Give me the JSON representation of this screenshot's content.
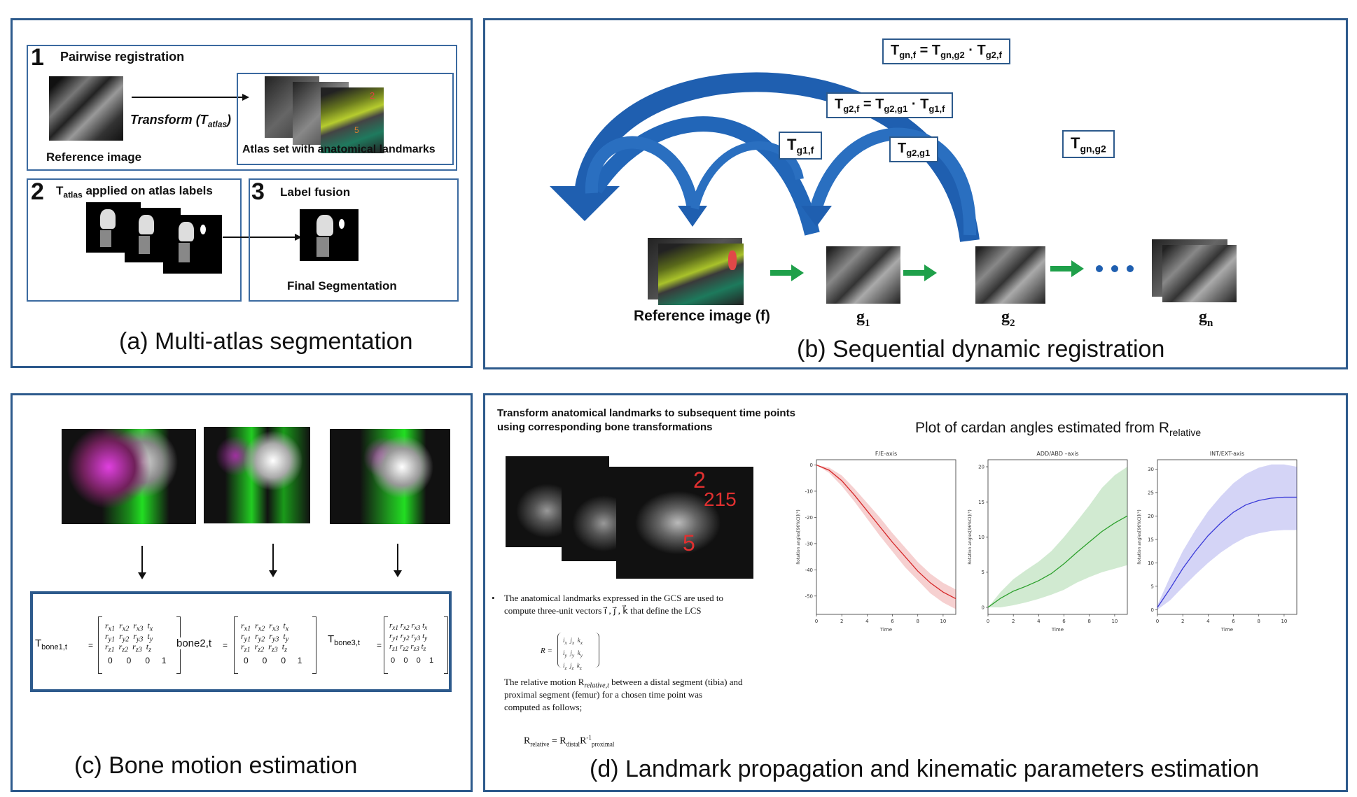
{
  "panel_a": {
    "step1_num": "1",
    "step1_title": "Pairwise registration",
    "ref_label": "Reference image",
    "transform_label": "Transform (T",
    "transform_sub": "atlas",
    "transform_end": ")",
    "atlas_label": "Atlas set with anatomical landmarks",
    "atlas_mark1": "2",
    "atlas_mark2": "5",
    "step2_num": "2",
    "step2_T": "T",
    "step2_sub": "atlas",
    "step2_title": " applied on atlas labels",
    "step3_num": "3",
    "step3_title": "Label fusion",
    "final_label": "Final Segmentation",
    "caption": "(a)  Multi-atlas segmentation"
  },
  "panel_b": {
    "label_gnf": {
      "T": "T",
      "s1": "gn,f",
      "eq": " = T",
      "s2": "gn,g2",
      "dot": " · T",
      "s3": "g2,f"
    },
    "label_g2f": {
      "T": "T",
      "s1": "g2,f",
      "eq": " = T",
      "s2": "g2,g1",
      "dot": " · T",
      "s3": "g1,f"
    },
    "label_g1f": {
      "T": "T",
      "s1": "g1,f"
    },
    "label_g2g1": {
      "T": "T",
      "s1": "g2,g1"
    },
    "label_gng2": {
      "T": "T",
      "s1": "gn,g2"
    },
    "ref_label": "Reference image (f)",
    "g1": "g",
    "g1_sub": "1",
    "g2": "g",
    "g2_sub": "2",
    "gn": "g",
    "gn_sub": "n",
    "caption": "(b)  Sequential dynamic registration"
  },
  "panel_c": {
    "bone1": {
      "T": "T",
      "sub": "bone1,t"
    },
    "bone2": {
      "T": "",
      "sub": "bone2,t"
    },
    "bone3": {
      "T": "T",
      "sub": "bone3,t"
    },
    "matrix_rows": [
      [
        "r",
        "x1",
        "r",
        "x2",
        "r",
        "x3",
        "t",
        "x"
      ],
      [
        "r",
        "y1",
        "r",
        "y2",
        "r",
        "y3",
        "t",
        "y"
      ],
      [
        "r",
        "z1",
        "r",
        "z2",
        "r",
        "z3",
        "t",
        "z"
      ],
      [
        "0",
        "",
        "0",
        "",
        "0",
        "",
        "1",
        ""
      ]
    ],
    "eq": "=",
    "caption": "(c)  Bone motion estimation"
  },
  "panel_d": {
    "heading_line1": "Transform anatomical landmarks to subsequent time points",
    "heading_line2": "using corresponding bone transformations",
    "lm_2": "2",
    "lm_215": "215",
    "lm_5": "5",
    "bullet": "•",
    "text1_line1": "The anatomical landmarks expressed in the GCS are used to",
    "text1_line2": "compute three-unit vectors  ı⃗ , ȷ⃗ , k⃗  that define the LCS",
    "R_eq": "R =",
    "text2_line1": "The relative motion R",
    "text2_sub": "relative,t",
    "text2_line1b": " between a distal segment (tibia) and",
    "text2_line2": "proximal segment (femur) for a chosen time point was",
    "text2_line3": "computed as follows;",
    "formula": "R",
    "formula_sub1": "relative",
    "formula_mid": " = R",
    "formula_sub2": "distal",
    "formula_R": "R",
    "formula_sup": "-1",
    "formula_sub3": "proximal",
    "plot_title": "Plot of cardan angles estimated from R",
    "plot_title_sub": "relative",
    "caption": "(d)  Landmark propagation and kinematic parameters estimation"
  },
  "chart_data": [
    {
      "type": "line",
      "title": "F/E-axis",
      "xlabel": "Time",
      "ylabel": "Rotation angles[96%CI](°)",
      "xlim": [
        0,
        11
      ],
      "ylim": [
        -57,
        2
      ],
      "xticks": [
        0,
        2,
        4,
        6,
        8,
        10
      ],
      "yticks": [
        0,
        -10,
        -20,
        -30,
        -40,
        -50
      ],
      "color": "#d62728",
      "series": [
        {
          "x": [
            0,
            1,
            2,
            3,
            4,
            5,
            6,
            7,
            8,
            9,
            10,
            11
          ],
          "y": [
            0,
            -2,
            -6,
            -11.5,
            -17.5,
            -23.5,
            -29.5,
            -35,
            -40.5,
            -45,
            -48.5,
            -51
          ],
          "lower": [
            0,
            -3,
            -8,
            -14,
            -20.5,
            -27,
            -33,
            -39,
            -44,
            -49,
            -52.5,
            -55
          ],
          "upper": [
            0,
            -1,
            -4,
            -9,
            -14.5,
            -20,
            -26,
            -31.5,
            -37,
            -41.5,
            -45,
            -47.5
          ]
        }
      ]
    },
    {
      "type": "line",
      "title": "ADD/ABD –axis",
      "xlabel": "Time",
      "ylabel": "Rotation angles[96%CI](°)",
      "xlim": [
        0,
        11
      ],
      "ylim": [
        -1,
        21
      ],
      "xticks": [
        0,
        2,
        4,
        6,
        8,
        10
      ],
      "yticks": [
        0,
        5,
        10,
        15,
        20
      ],
      "color": "#2ca02c",
      "series": [
        {
          "x": [
            0,
            1,
            2,
            3,
            4,
            5,
            6,
            7,
            8,
            9,
            10,
            11
          ],
          "y": [
            0,
            1.3,
            2.3,
            3.0,
            3.8,
            4.8,
            6.2,
            7.8,
            9.3,
            10.8,
            12.0,
            13.0
          ],
          "lower": [
            0,
            0,
            0.3,
            0.7,
            1.2,
            1.8,
            2.5,
            3.5,
            4.3,
            5.0,
            5.5,
            6.0
          ],
          "upper": [
            0,
            2.2,
            4.0,
            5.3,
            6.5,
            8.0,
            10.0,
            12.2,
            14.5,
            17.0,
            18.8,
            20.0
          ]
        }
      ]
    },
    {
      "type": "line",
      "title": "INT/EXT-axis",
      "xlabel": "Time",
      "ylabel": "Rotation angles[96%CI](°)",
      "xlim": [
        0,
        11
      ],
      "ylim": [
        -1,
        32
      ],
      "xticks": [
        0,
        2,
        4,
        6,
        8,
        10
      ],
      "yticks": [
        0,
        5,
        10,
        15,
        20,
        25,
        30
      ],
      "color": "#3a3ad8",
      "series": [
        {
          "x": [
            0,
            1,
            2,
            3,
            4,
            5,
            6,
            7,
            8,
            9,
            10,
            11
          ],
          "y": [
            0.5,
            4.5,
            8.8,
            12.5,
            15.8,
            18.5,
            20.8,
            22.4,
            23.3,
            23.8,
            24.0,
            24.0
          ],
          "lower": [
            0,
            2.0,
            4.8,
            7.5,
            10.0,
            12.2,
            14.0,
            15.5,
            16.3,
            16.8,
            17.0,
            17.0
          ],
          "upper": [
            1,
            7.0,
            12.5,
            17.0,
            21.0,
            24.2,
            27.0,
            29.0,
            30.3,
            31.0,
            31.0,
            30.5
          ]
        }
      ]
    }
  ]
}
